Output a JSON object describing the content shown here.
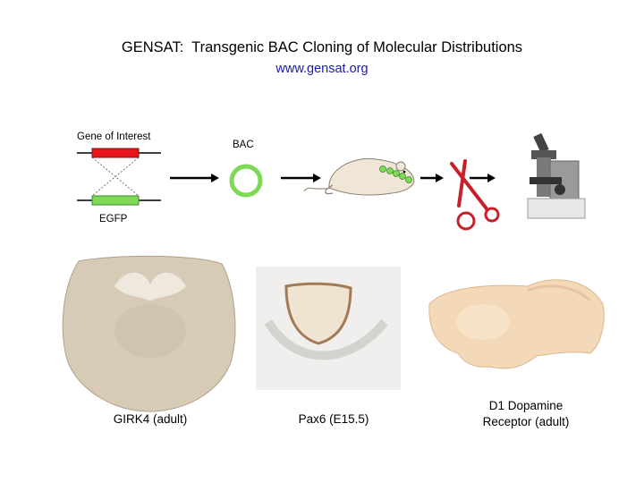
{
  "header": {
    "title": "GENSAT:  Transgenic BAC Cloning of Molecular Distributions",
    "url": "www.gensat.org"
  },
  "workflow": {
    "gene_label": "Gene of Interest",
    "egfp_label": "EGFP",
    "bac_label": "BAC",
    "icons": [
      "gene-swap-icon",
      "bac-circle-icon",
      "mouse-icon",
      "scissors-icon",
      "microscope-icon"
    ]
  },
  "images": [
    {
      "caption": "GIRK4 (adult)"
    },
    {
      "caption": "Pax6 (E15.5)"
    },
    {
      "caption_line1": "D1 Dopamine",
      "caption_line2": "Receptor (adult)"
    }
  ],
  "colors": {
    "gene_red": "#e8141b",
    "egfp_green": "#7ed957",
    "bac_green": "#7ed957",
    "url_blue": "#1a1aa6",
    "scissors_red": "#c8202a"
  }
}
